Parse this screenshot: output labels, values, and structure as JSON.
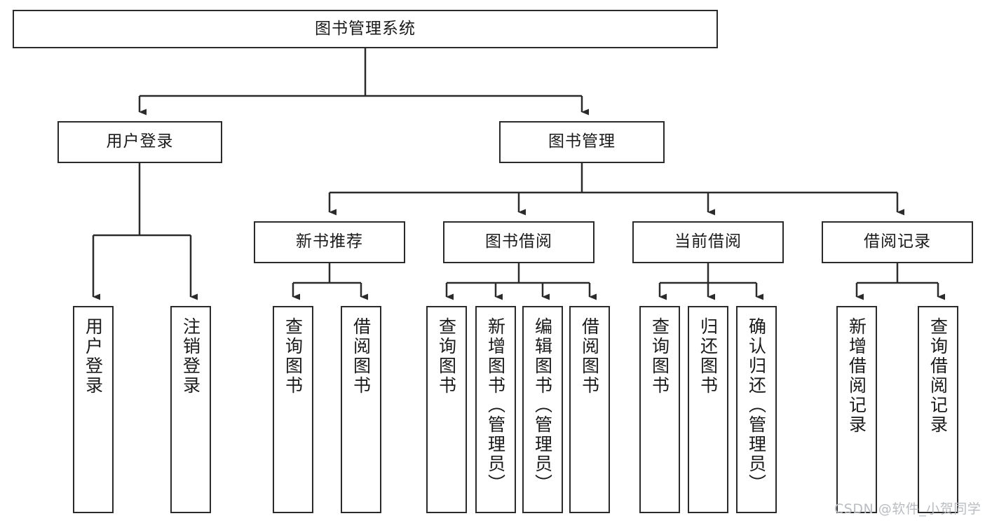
{
  "diagram": {
    "title": "图书管理系统",
    "type": "tree-hierarchy",
    "watermark": "CSDN @软件_小贺同学",
    "colors": {
      "stroke": "#2b2b2b",
      "fill": "#ffffff",
      "text": "#1a1a1a",
      "watermark": "#b9bcc0"
    },
    "nodes": {
      "root": {
        "label": "图书管理系统"
      },
      "level1": [
        {
          "label": "用户登录"
        },
        {
          "label": "图书管理"
        }
      ],
      "level2": [
        {
          "label": "新书推荐"
        },
        {
          "label": "图书借阅"
        },
        {
          "label": "当前借阅"
        },
        {
          "label": "借阅记录"
        }
      ],
      "leaves_user_login": [
        {
          "label": "用户登录"
        },
        {
          "label": "注销登录"
        }
      ],
      "leaves_new_books": [
        {
          "label": "查询图书"
        },
        {
          "label": "借阅图书"
        }
      ],
      "leaves_book_borrow": [
        {
          "label": "查询图书"
        },
        {
          "label": "新增图书（管理员）"
        },
        {
          "label": "编辑图书（管理员）"
        },
        {
          "label": "借阅图书"
        }
      ],
      "leaves_current_borrow": [
        {
          "label": "查询图书"
        },
        {
          "label": "归还图书"
        },
        {
          "label": "确认归还（管理员）"
        }
      ],
      "leaves_borrow_records": [
        {
          "label": "新增借阅记录"
        },
        {
          "label": "查询借阅记录"
        }
      ]
    }
  }
}
